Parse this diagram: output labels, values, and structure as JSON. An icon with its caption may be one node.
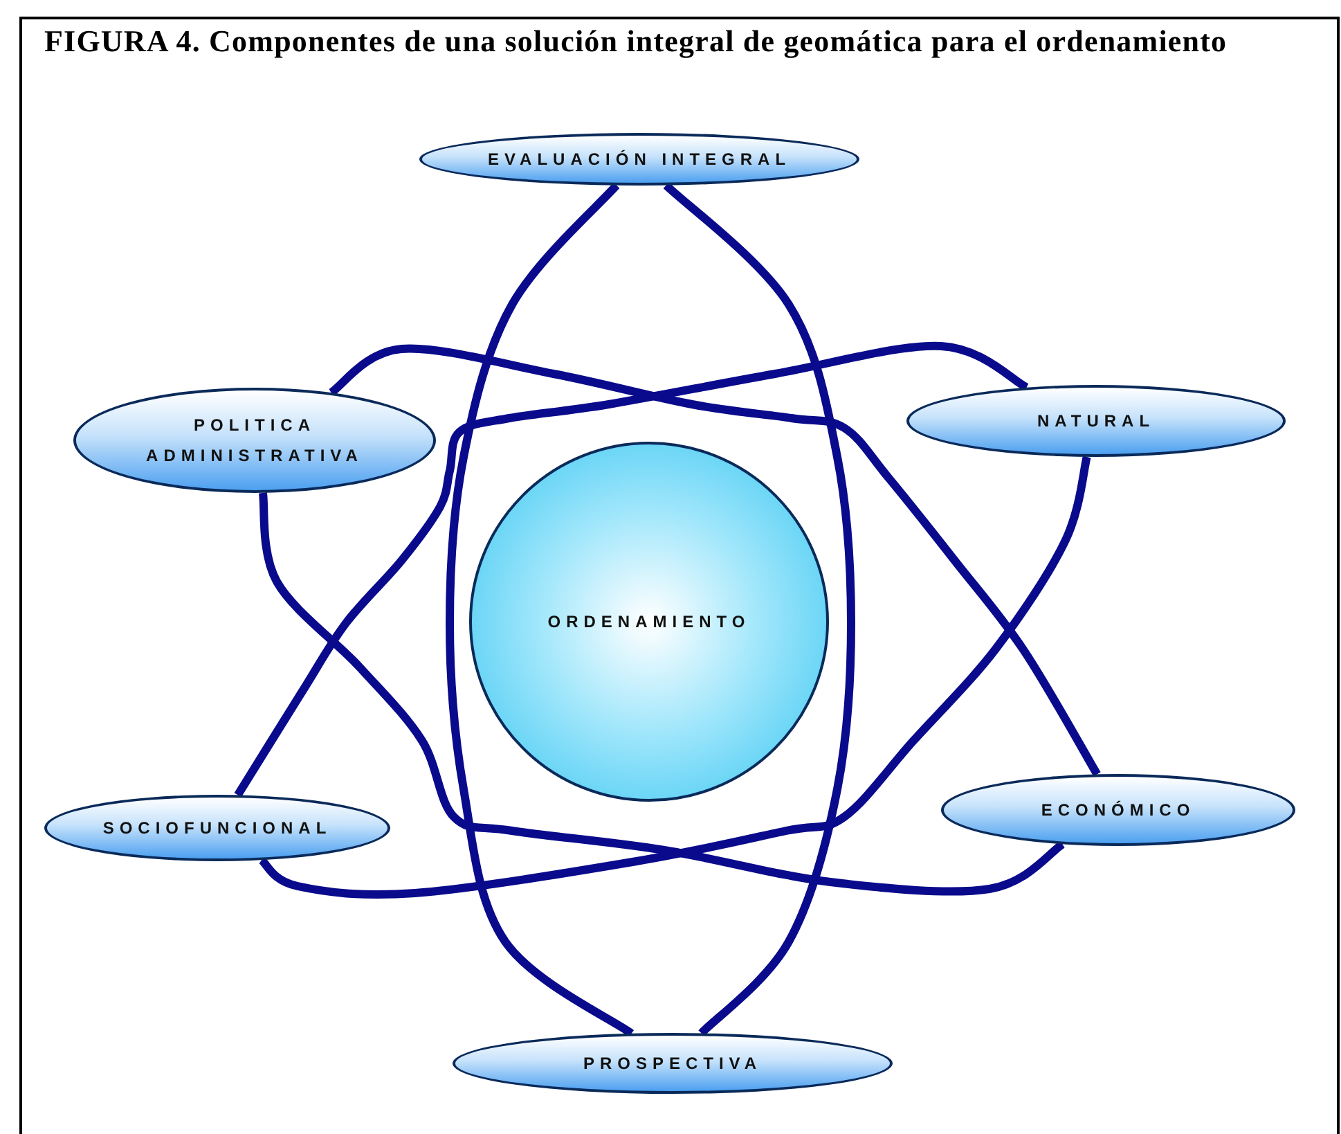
{
  "diagram": {
    "title": "FIGURA 4. Componentes de una solución integral de geomática para el ordenamiento",
    "nodes": [
      {
        "text": [
          "EVALUACIÓN INTEGRAL"
        ]
      },
      {
        "text": [
          "POLITICA ADMINISTRATIVA"
        ]
      },
      {
        "text": [
          "NATURAL"
        ]
      },
      {
        "text": [
          "ORDENAMIENTO"
        ]
      },
      {
        "text": [
          "SOCIOFUNCIONAL"
        ]
      },
      {
        "text": [
          "ECONÓMICO"
        ]
      },
      {
        "text": [
          "PROSPECTIVA"
        ]
      }
    ],
    "edges": [
      {
        "from": 0,
        "to": 6,
        "arrow": "none"
      },
      {
        "from": 0,
        "to": 6,
        "arrow": "none"
      },
      {
        "from": 1,
        "to": 5,
        "arrow": "none"
      },
      {
        "from": 1,
        "to": 5,
        "arrow": "none"
      },
      {
        "from": 2,
        "to": 4,
        "arrow": "none"
      },
      {
        "from": 2,
        "to": 4,
        "arrow": "none"
      }
    ]
  }
}
